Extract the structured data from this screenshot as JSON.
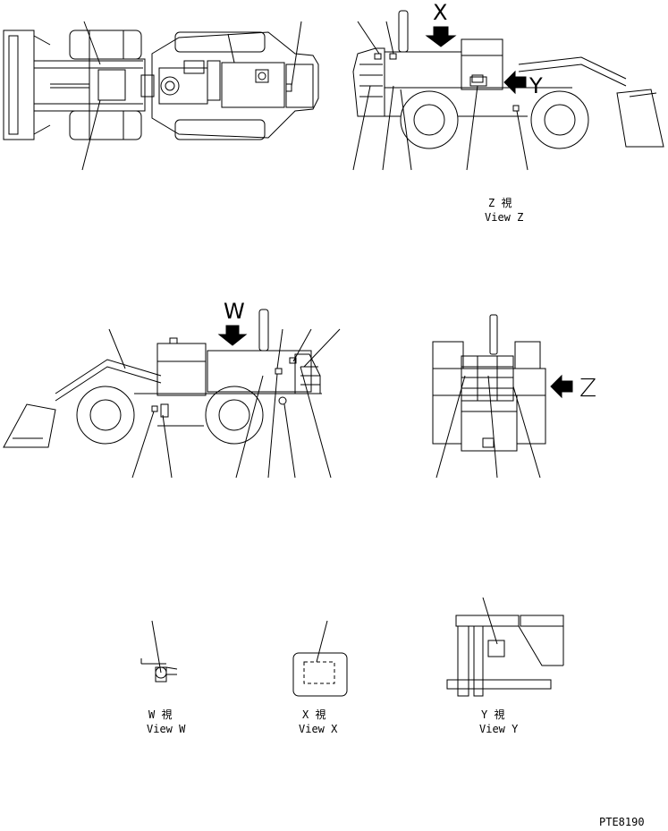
{
  "diagram": {
    "arrow_markers": {
      "x": "X",
      "y": "Y",
      "w": "W",
      "z": "Z"
    },
    "view_captions": {
      "z": {
        "jp": "Z 視",
        "en": "View Z"
      },
      "w": {
        "jp": "W 視",
        "en": "View W"
      },
      "x": {
        "jp": "X 視",
        "en": "View X"
      },
      "y": {
        "jp": "Y 視",
        "en": "View Y"
      }
    },
    "drawing_number": "PTE8190"
  }
}
